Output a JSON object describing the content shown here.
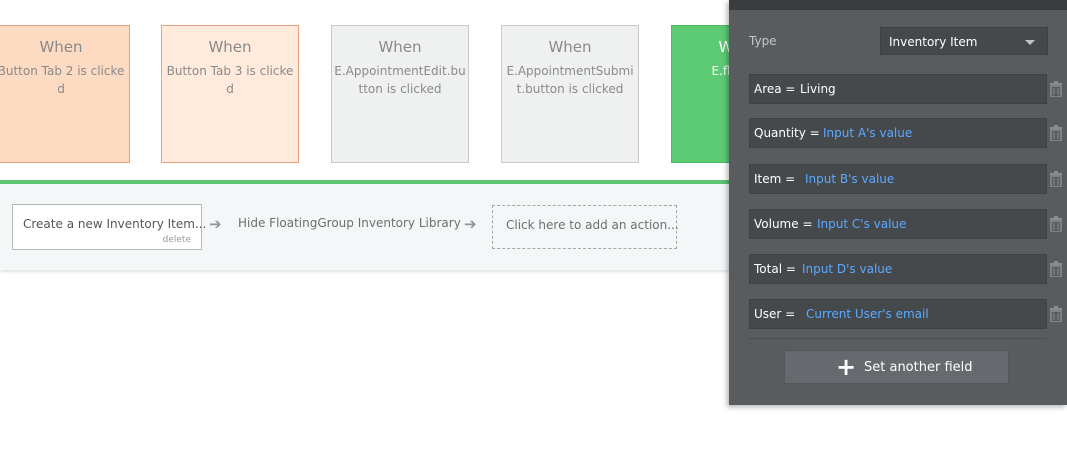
{
  "events": [
    {
      "when": "When",
      "description": "Button Tab 2 is clicked"
    },
    {
      "when": "When",
      "description": "Button Tab 3 is clicked"
    },
    {
      "when": "When",
      "description": "E.AppointmentEdit.button is clicked"
    },
    {
      "when": "When",
      "description": "E.AppointmentSubmit.button is clicked"
    },
    {
      "when": "When",
      "description": "E.floating"
    }
  ],
  "actions": {
    "first_action_label": "Create a new Inventory Item...",
    "first_action_delete": "delete",
    "second_action_label": "Hide FloatingGroup Inventory Library",
    "add_action_label": "Click here to add an action..."
  },
  "panel": {
    "type_label": "Type",
    "type_value": "Inventory Item",
    "fields": [
      {
        "name": "Area =",
        "value": "Living",
        "kind": "plain"
      },
      {
        "name": "Quantity =",
        "value": "Input A's value",
        "kind": "dynamic"
      },
      {
        "name": "Item =",
        "value": "Input B's value",
        "kind": "dynamic"
      },
      {
        "name": "Volume =",
        "value": "Input C's value",
        "kind": "dynamic"
      },
      {
        "name": "Total =",
        "value": "Input D's value",
        "kind": "dynamic"
      },
      {
        "name": "User =",
        "value": "Current User's email",
        "kind": "dynamic"
      }
    ],
    "set_field_label": "Set another field"
  },
  "colors": {
    "dynamic_text": "#5aa9ff",
    "event_green": "#5dcb74",
    "panel_bg": "#595c5f"
  }
}
